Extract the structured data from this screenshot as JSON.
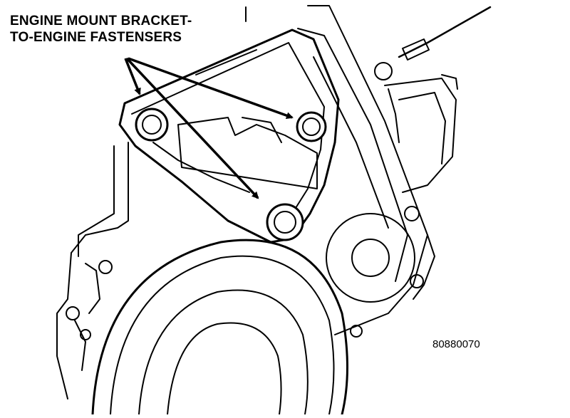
{
  "callout": {
    "line1": "ENGINE MOUNT BRACKET-",
    "line2": "TO-ENGINE FASTENSERS"
  },
  "figure_number": "80880070",
  "colors": {
    "ink": "#000000",
    "paper": "#ffffff"
  }
}
